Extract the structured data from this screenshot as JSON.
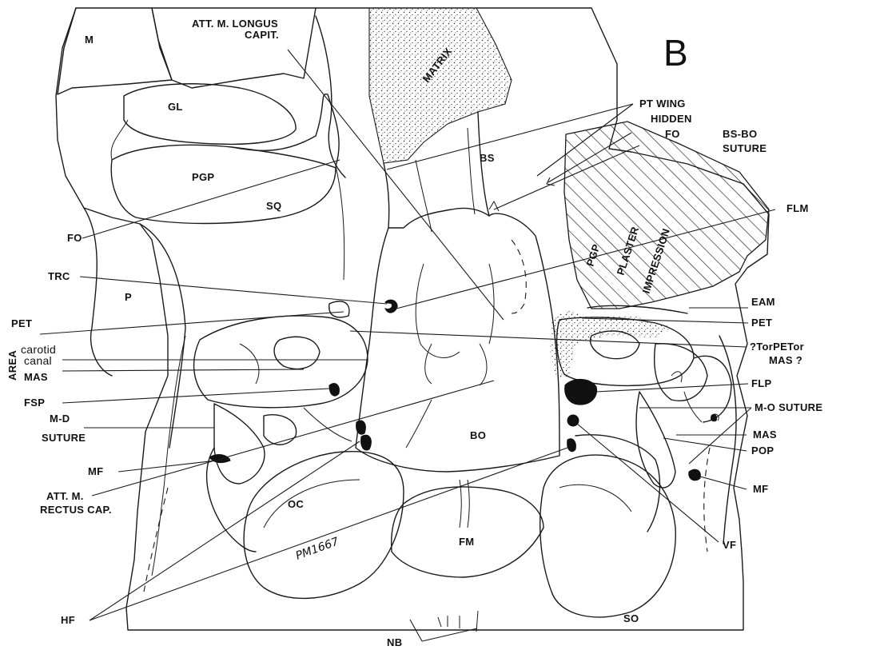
{
  "panel_letter": "B",
  "specimen_number": "PM1667",
  "labels": {
    "m": "M",
    "att_longus_1": "ATT. M. LONGUS",
    "att_longus_2": "CAPIT.",
    "matrix": "MATRIX",
    "gl": "GL",
    "pgp_left": "PGP",
    "sq": "SQ",
    "bs": "BS",
    "pt_wing": "PT WING",
    "hidden": "HIDDEN",
    "fo_hidden": "FO",
    "bsbo_1": "BS-BO",
    "bsbo_2": "SUTURE",
    "fo": "FO",
    "flm": "FLM",
    "pgp_right": "PGP",
    "plaster": "PLASTER",
    "impression": "IMPRESSION",
    "trc": "TRC",
    "eam": "EAM",
    "p": "P",
    "pet_left": "PET",
    "pet_right": "PET",
    "area": "AREA",
    "carotid": "carotid",
    "canal": "canal",
    "mas_left": "MAS",
    "qt_1": "?TorPETor",
    "qt_2": "MAS ?",
    "fsp": "FSP",
    "flp": "FLP",
    "md_1": "M-D",
    "md_2": "SUTURE",
    "bo": "BO",
    "mo_suture": "M-O SUTURE",
    "mas_right": "MAS",
    "mf_left": "MF",
    "pop": "POP",
    "att_rectus_1": "ATT. M.",
    "att_rectus_2": "RECTUS CAP.",
    "oc": "OC",
    "mf_right": "MF",
    "fm": "FM",
    "vf": "VF",
    "hf": "HF",
    "so": "SO",
    "nb": "NB"
  }
}
